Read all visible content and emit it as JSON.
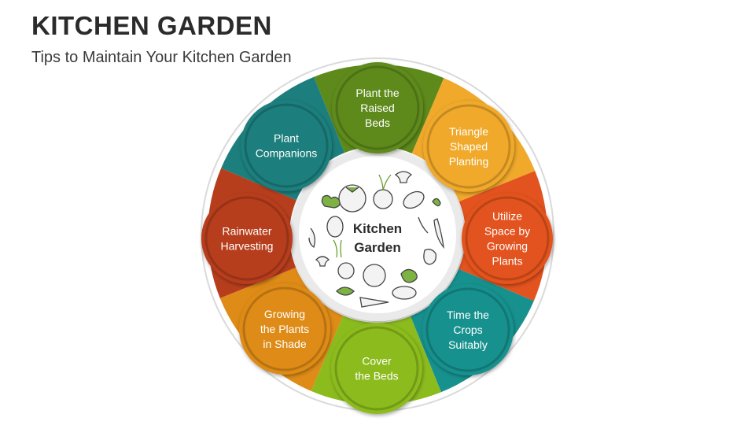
{
  "header": {
    "title": "KITCHEN GARDEN",
    "subtitle": "Tips to Maintain Your Kitchen Garden"
  },
  "center": {
    "lines": [
      "Kitchen",
      "Garden"
    ]
  },
  "tips": [
    {
      "lines": [
        "Plant the",
        "Raised",
        "Beds"
      ],
      "color": "#5e8a1c"
    },
    {
      "lines": [
        "Triangle",
        "Shaped",
        "Planting"
      ],
      "color": "#f0a92a"
    },
    {
      "lines": [
        "Utilize",
        "Space by",
        "Growing",
        "Plants"
      ],
      "color": "#e3531f"
    },
    {
      "lines": [
        "Time the",
        "Crops",
        "Suitably"
      ],
      "color": "#17918e"
    },
    {
      "lines": [
        "Cover",
        "the Beds"
      ],
      "color": "#8cbb1e"
    },
    {
      "lines": [
        "Growing",
        "the Plants",
        "in Shade"
      ],
      "color": "#de8b17"
    },
    {
      "lines": [
        "Rainwater",
        "Harvesting"
      ],
      "color": "#b73e1d"
    },
    {
      "lines": [
        "Plant",
        "Companions"
      ],
      "color": "#1c7f7d"
    }
  ]
}
